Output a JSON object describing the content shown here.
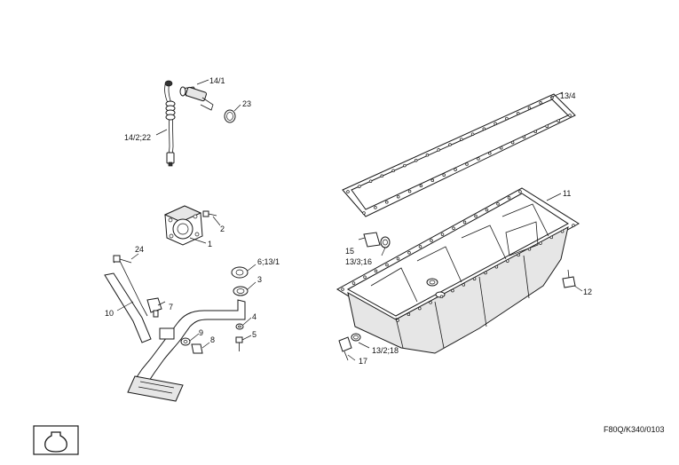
{
  "callouts": {
    "c14_1": "14/1",
    "c23": "23",
    "c14_2_22": "14/2;22",
    "c13_4": "13/4",
    "c11": "11",
    "c2": "2",
    "c1": "1",
    "c24": "24",
    "c6_13_1": "6;13/1",
    "c3": "3",
    "c7": "7",
    "c10": "10",
    "c4": "4",
    "c5": "5",
    "c9": "9",
    "c8": "8",
    "c15": "15",
    "c13_3_16": "13/3;16",
    "c12": "12",
    "c17": "17",
    "c13_2_18": "13/2;18"
  },
  "reference_code": "F80Q/K340/0103",
  "symbol_icon": "oil-drop-icon"
}
